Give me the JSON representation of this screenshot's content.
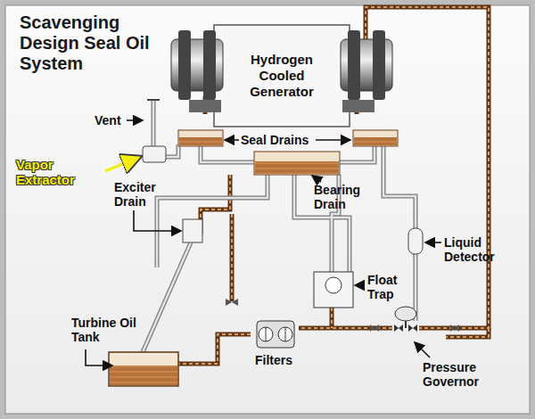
{
  "diagram": {
    "title": "Scavenging Design Seal Oil System",
    "nodes": [
      {
        "text": [
          "Hydrogen Cooled Generator"
        ]
      }
    ],
    "labels": [
      "Vent",
      "Vapor Extractor",
      "Seal Drains",
      "Exciter Drain",
      "Bearing Drain",
      "Liquid Detector",
      "Float Trap",
      "Turbine Oil Tank",
      "Filters",
      "Pressure Governor"
    ]
  }
}
